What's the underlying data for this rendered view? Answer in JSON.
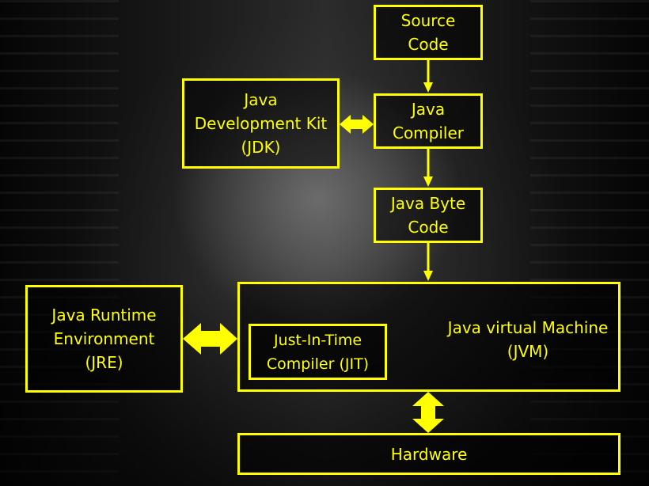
{
  "diagram": {
    "source_code": "Source\nCode",
    "java_compiler": "Java\nCompiler",
    "jdk": "Java\nDevelopment Kit\n(JDK)",
    "byte_code": "Java Byte\nCode",
    "jvm": "Java virtual Machine\n(JVM)",
    "jit": "Just-In-Time\nCompiler (JIT)",
    "jre": "Java Runtime\nEnvironment\n(JRE)",
    "hardware": "Hardware"
  },
  "colors": {
    "accent": "#ffff00",
    "background": "#000000"
  }
}
